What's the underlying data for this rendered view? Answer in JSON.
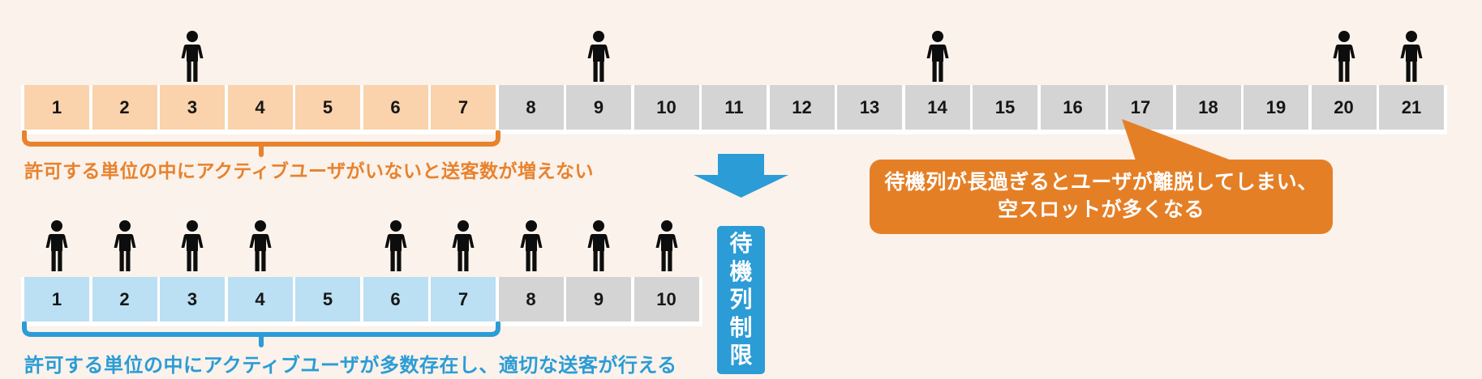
{
  "colors": {
    "bg": "#faf2eb",
    "row_strip": "#ffffff",
    "orange_cell": "#fad2ab",
    "blue_cell": "#bbdff3",
    "gray_cell": "#d4d4d4",
    "number_text": "#161616",
    "person": "#0d0d0d",
    "orange_accent": "#e8822d",
    "orange_bubble": "#e57f26",
    "blue_accent": "#2b9cd6"
  },
  "top_queue": {
    "slots": [
      "1",
      "2",
      "3",
      "4",
      "5",
      "6",
      "7",
      "8",
      "9",
      "10",
      "11",
      "12",
      "13",
      "14",
      "15",
      "16",
      "17",
      "18",
      "19",
      "20",
      "21"
    ],
    "allowed_count": 7,
    "person_slots": [
      3,
      9,
      14,
      20,
      21
    ],
    "caption": "許可する単位の中にアクティブユーザがいないと送客数が増えない"
  },
  "transition": {
    "icon": "down-arrow"
  },
  "callout": {
    "line1": "待機列が長過ぎるとユーザが離脱してしまい、",
    "line2": "空スロットが多くなる",
    "points_to_slot": 17
  },
  "queue_limit_box": {
    "label": "待機列制限"
  },
  "bottom_queue": {
    "slots": [
      "1",
      "2",
      "3",
      "4",
      "5",
      "6",
      "7",
      "8",
      "9",
      "10"
    ],
    "allowed_count": 7,
    "person_slots": [
      1,
      2,
      3,
      4,
      6,
      7,
      8,
      9,
      10
    ],
    "caption": "許可する単位の中にアクティブユーザが多数存在し、適切な送客が行える"
  }
}
